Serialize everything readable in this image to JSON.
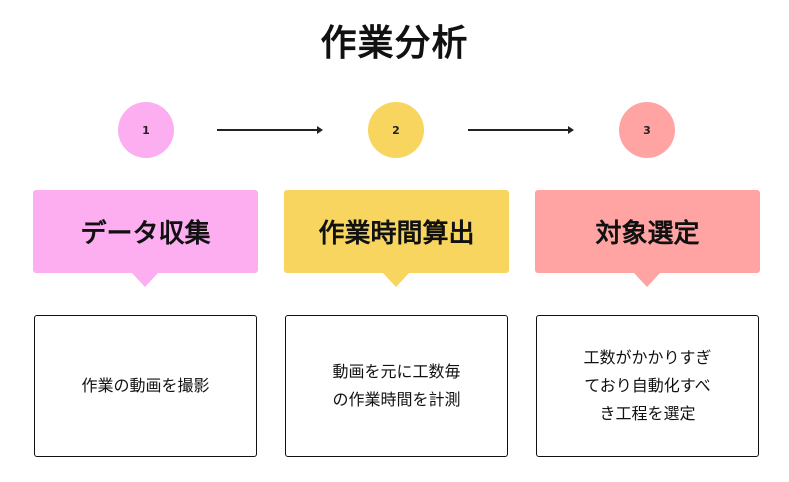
{
  "title": "作業分析",
  "colors": {
    "step1": "#FCAEF1",
    "step2": "#F8D55F",
    "step3": "#FFA3A3",
    "arrow": "#222222",
    "border": "#111111"
  },
  "steps": [
    {
      "number": "1",
      "heading": "データ収集",
      "description": "作業の動画を撮影"
    },
    {
      "number": "2",
      "heading": "作業時間算出",
      "description": "動画を元に工数毎\nの作業時間を計測"
    },
    {
      "number": "3",
      "heading": "対象選定",
      "description": "工数がかかりすぎ\nており自動化すべ\nき工程を選定"
    }
  ]
}
